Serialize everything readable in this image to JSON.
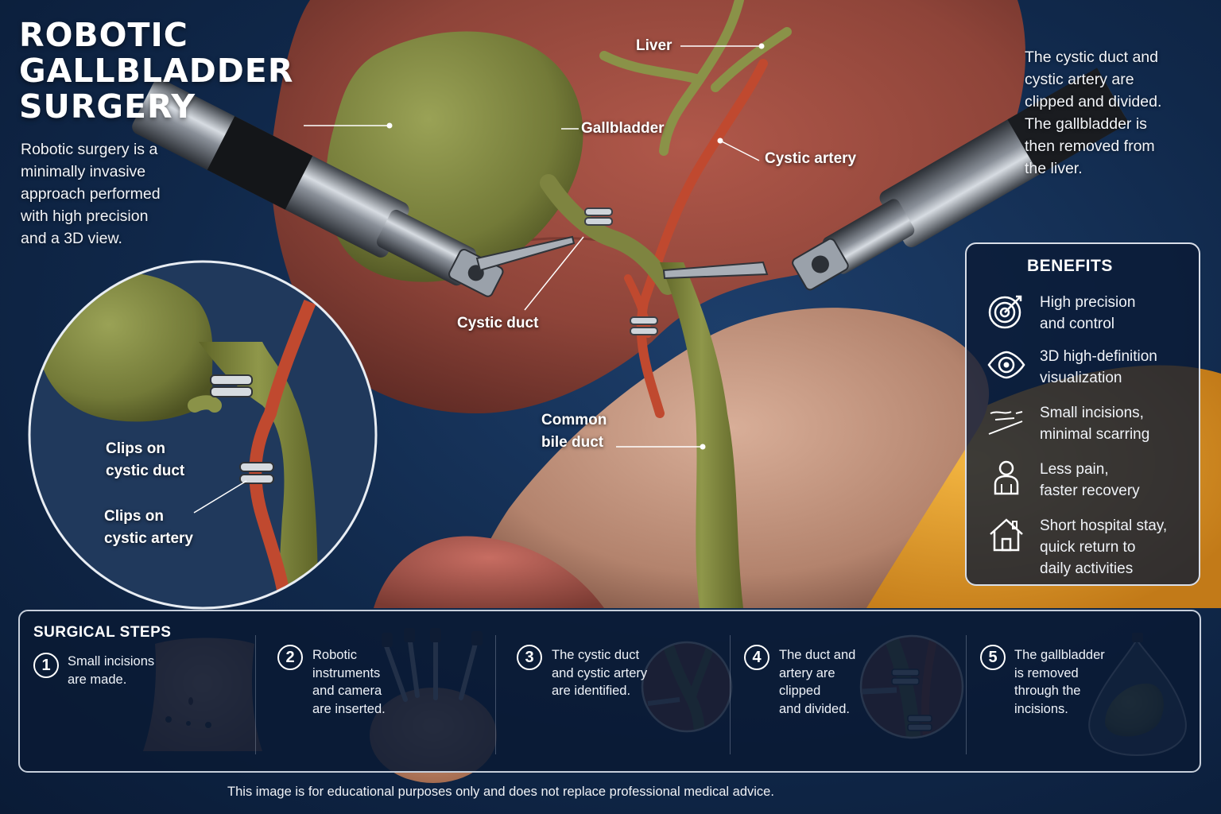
{
  "title": {
    "lines": [
      "ROBOTIC",
      "GALLBLADDER",
      "SURGERY"
    ]
  },
  "intro": {
    "lines": [
      "Robotic surgery is a",
      "minimally invasive",
      "approach performed",
      "with high precision",
      "and a 3D view."
    ]
  },
  "note": {
    "lines": [
      "The cystic duct and",
      "cystic artery are",
      "clipped and divided.",
      "The gallbladder is",
      "then removed from",
      "the liver."
    ]
  },
  "labels": {
    "liver": "Liver",
    "gallbladder": "Gallbladder",
    "cystic_artery": "Cystic artery",
    "cystic_duct": "Cystic duct",
    "common_bile_duct": [
      "Common",
      "bile duct"
    ]
  },
  "inset": {
    "clips_duct": [
      "Clips on",
      "cystic duct"
    ],
    "clips_artery": [
      "Clips on",
      "cystic artery"
    ]
  },
  "benefits": {
    "title": "BENEFITS",
    "items": [
      {
        "icon": "target-icon",
        "lines": [
          "High precision",
          "and control"
        ]
      },
      {
        "icon": "eye-icon",
        "lines": [
          "3D high-definition",
          "visualization"
        ]
      },
      {
        "icon": "incision-icon",
        "lines": [
          "Small incisions,",
          "minimal scarring"
        ]
      },
      {
        "icon": "person-icon",
        "lines": [
          "Less pain,",
          "faster recovery"
        ]
      },
      {
        "icon": "house-icon",
        "lines": [
          "Short hospital stay,",
          "quick return to",
          "daily activities"
        ]
      }
    ]
  },
  "steps": {
    "title": "SURGICAL STEPS",
    "items": [
      {
        "num": "1",
        "lines": [
          "Small incisions",
          "are made."
        ]
      },
      {
        "num": "2",
        "lines": [
          "Robotic",
          "instruments",
          "and camera",
          "are inserted."
        ]
      },
      {
        "num": "3",
        "lines": [
          "The cystic duct",
          "and cystic artery",
          "are identified."
        ]
      },
      {
        "num": "4",
        "lines": [
          "The duct and",
          "artery are",
          "clipped",
          "and divided."
        ]
      },
      {
        "num": "5",
        "lines": [
          "The gallbladder",
          "is removed",
          "through the",
          "incisions."
        ]
      }
    ]
  },
  "disclaimer": "This image is for educational purposes only and does not replace professional medical advice.",
  "colors": {
    "background": "#10284a",
    "liver": "#9a4c42",
    "gallbladder": "#7e8440",
    "artery": "#c0492f",
    "fat": "#e0a030",
    "stomach": "#c69a86",
    "panel_border": "#d9dee8"
  }
}
